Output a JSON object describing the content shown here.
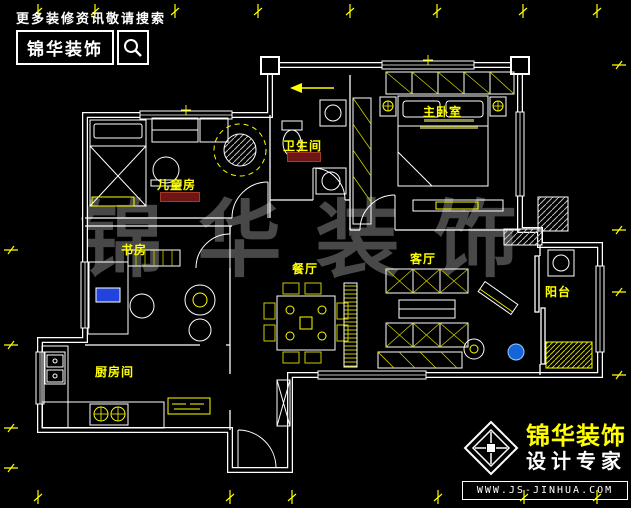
{
  "colors": {
    "background": "#000000",
    "line_white": "#ffffff",
    "line_yellow": "#ffff00",
    "accent_blue": "#1565d8",
    "watermark_gray": "#969696"
  },
  "header": {
    "slogan": "更多装修资讯敬请搜索",
    "brand": "锦华装饰",
    "search_icon": "magnifier"
  },
  "watermark": "锦华装饰",
  "floorplan": {
    "rooms": [
      {
        "name": "儿童房"
      },
      {
        "name": "卫生间"
      },
      {
        "name": "主卧室"
      },
      {
        "name": "书房"
      },
      {
        "name": "餐厅"
      },
      {
        "name": "客厅"
      },
      {
        "name": "阳台"
      },
      {
        "name": "厨房间"
      }
    ]
  },
  "footer": {
    "brand": "锦华装饰",
    "tagline": "设计专家",
    "website": "WWW.JS-JINHUA.COM"
  }
}
